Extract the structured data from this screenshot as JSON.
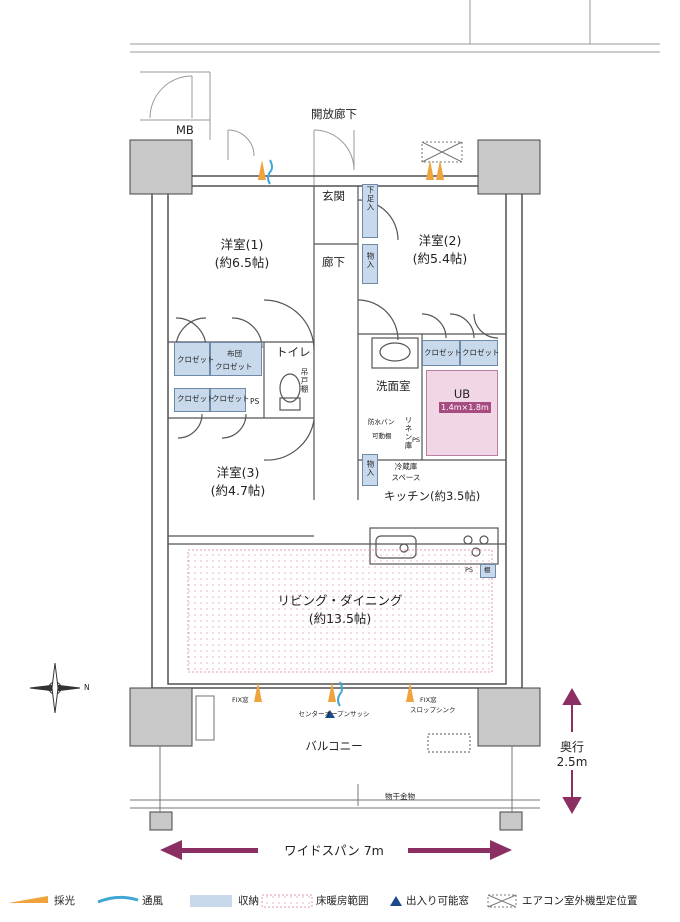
{
  "labels": {
    "mb": "MB",
    "corridor": "開放廊下",
    "entrance": "玄関",
    "hall": "廊下",
    "shoe": "下足入",
    "storage_hall": "物入",
    "western1_name": "洋室(1)",
    "western1_size": "(約6.5帖)",
    "western2_name": "洋室(2)",
    "western2_size": "(約5.4帖)",
    "western3_name": "洋室(3)",
    "western3_size": "(約4.7帖)",
    "closet": "クロゼット",
    "futon1": "布団",
    "futon2": "クロゼット",
    "toilet": "トイレ",
    "hanging": "吊戸棚",
    "ps": "PS",
    "washroom": "洗面室",
    "ub": "UB",
    "ub_size": "1.4m×1.8m",
    "waterproof1": "防水パン",
    "waterproof2": "可動棚",
    "linen": "リネン庫",
    "storage_kitchen": "物入",
    "fridge1": "冷蔵庫",
    "fridge2": "スペース",
    "kitchen": "キッチン(約3.5帖)",
    "shelf": "棚",
    "living1": "リビング・ダイニング",
    "living2": "(約13.5帖)",
    "fix1": "FIX窓",
    "fix2": "FIX窓",
    "center_sash": "センターオープンサッシ",
    "slop": "スロップシンク",
    "balcony": "バルコニー",
    "hanger": "物干金物",
    "depth1": "奥行",
    "depth2": "2.5m",
    "wide_span": "ワイドスパン  7m",
    "north": "N"
  },
  "legend": {
    "light": "採光",
    "wind": "通風",
    "storage": "収納",
    "floorheat": "床暖房範囲",
    "access": "出入り可能窓",
    "ac": "エアコン室外機型定位置"
  },
  "colors": {
    "storage": "#c9d9ec",
    "ub": "#f1d7e6",
    "accent": "#8b2f63",
    "light": "#f0a23c",
    "wind": "#3fa6d6",
    "access": "#1b4a8a"
  }
}
